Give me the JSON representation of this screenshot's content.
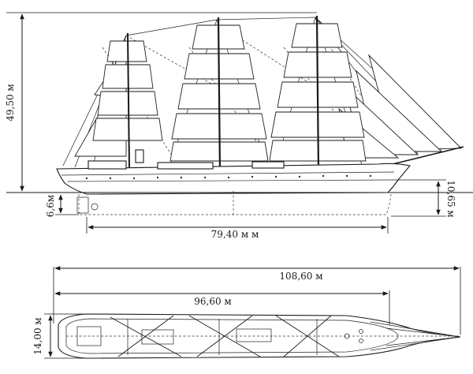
{
  "dimensions": {
    "height_total": "49,50 м",
    "draft": "6,6м",
    "depth": "10,65 м",
    "waterline_length": "79,40 м м",
    "length_overall": "108,60 м",
    "hull_length": "96,60 м",
    "beam": "14,00 м"
  },
  "colors": {
    "ink": "#1a1a1a",
    "background": "#ffffff"
  }
}
